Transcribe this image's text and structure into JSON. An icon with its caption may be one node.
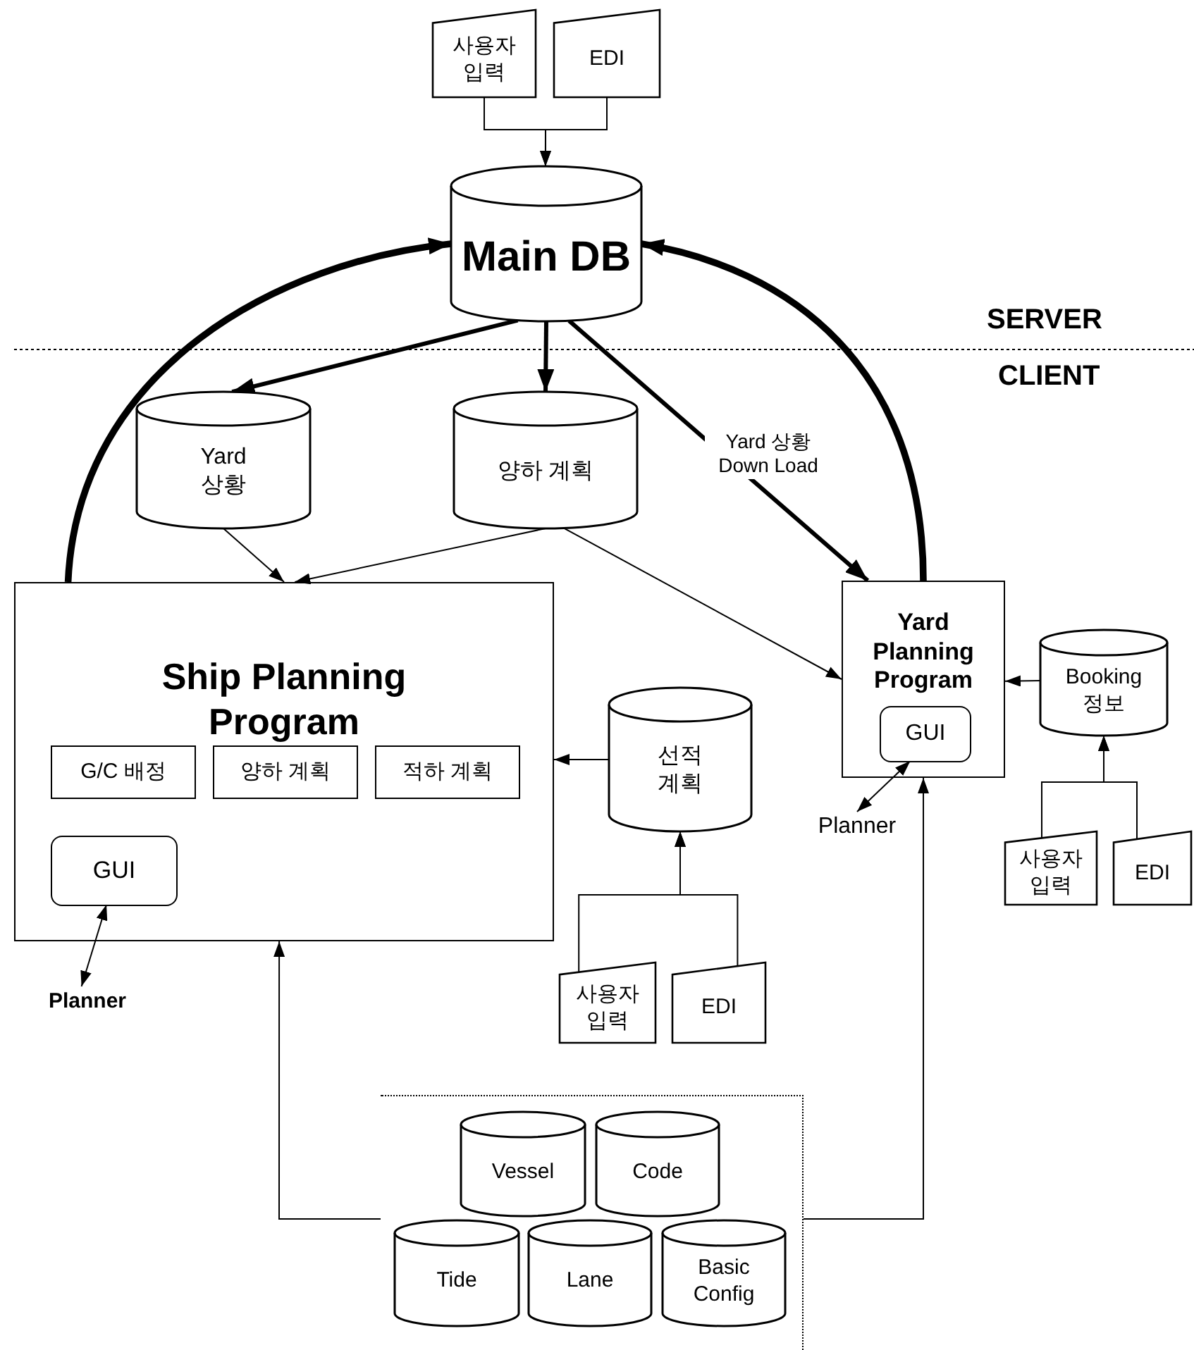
{
  "diagram": {
    "nodes": [
      {
        "text": [
          "사용자 입력"
        ]
      },
      {
        "text": [
          "EDI"
        ]
      },
      {
        "text": [
          "Main DB"
        ]
      },
      {
        "text": [
          "Yard 상황"
        ]
      },
      {
        "text": [
          "양하 계획"
        ]
      },
      {
        "text": [
          "Ship Planning Program"
        ]
      },
      {
        "text": [
          "G/C 배정"
        ],
        "in": 5
      },
      {
        "text": [
          "양하 계획"
        ],
        "in": 5
      },
      {
        "text": [
          "적하 계획"
        ],
        "in": 5
      },
      {
        "text": [
          "GUI"
        ],
        "in": 5
      },
      {
        "text": [
          "Yard Planning Program"
        ]
      },
      {
        "text": [
          "GUI"
        ],
        "in": 10
      },
      {
        "text": [
          "Booking 정보"
        ]
      },
      {
        "text": [
          "선적 계획"
        ]
      },
      {
        "text": [
          "Planner"
        ]
      },
      {
        "text": [
          "Planner"
        ]
      },
      {
        "text": [
          "사용자 입력"
        ]
      },
      {
        "text": [
          "EDI"
        ]
      },
      {
        "text": [
          "사용자 입력"
        ]
      },
      {
        "text": [
          "EDI"
        ]
      },
      {
        "text": [],
        "shape": "box"
      },
      {
        "text": [
          "Vessel"
        ],
        "in": 20
      },
      {
        "text": [
          "Code"
        ],
        "in": 20
      },
      {
        "text": [
          "Tide"
        ],
        "in": 20
      },
      {
        "text": [
          "Lane"
        ],
        "in": 20
      },
      {
        "text": [
          "Basic Config"
        ],
        "in": 20
      }
    ],
    "edges": [
      {
        "from": 0,
        "to": 2,
        "arrow": "to"
      },
      {
        "from": 1,
        "to": 2,
        "arrow": "to"
      },
      {
        "from": 2,
        "to": 3,
        "arrow": "to",
        "style": "thick"
      },
      {
        "from": 2,
        "to": 4,
        "arrow": "to",
        "style": "thick"
      },
      {
        "from": 2,
        "to": 10,
        "arrow": "to",
        "style": "thick",
        "label": "Yard 상황 Down Load"
      },
      {
        "from": 3,
        "to": 5,
        "arrow": "to"
      },
      {
        "from": 4,
        "to": 5,
        "arrow": "to"
      },
      {
        "from": 4,
        "to": 10,
        "arrow": "to"
      },
      {
        "from": 13,
        "to": 5,
        "arrow": "to"
      },
      {
        "from": 12,
        "to": 10,
        "arrow": "to"
      },
      {
        "from": 5,
        "to": 2,
        "arrow": "to",
        "style": "thick"
      },
      {
        "from": 10,
        "to": 2,
        "arrow": "to",
        "style": "thick"
      },
      {
        "from": 9,
        "to": 14,
        "arrow": "both"
      },
      {
        "from": 11,
        "to": 15,
        "arrow": "both"
      },
      {
        "from": 18,
        "to": 13,
        "arrow": "to"
      },
      {
        "from": 19,
        "to": 13,
        "arrow": "to"
      },
      {
        "from": 16,
        "to": 12,
        "arrow": "to"
      },
      {
        "from": 17,
        "to": 12,
        "arrow": "to"
      },
      {
        "from": 20,
        "to": 5,
        "arrow": "to"
      },
      {
        "from": 20,
        "to": 10,
        "arrow": "to"
      }
    ],
    "labels": [
      "SERVER",
      "CLIENT"
    ]
  }
}
